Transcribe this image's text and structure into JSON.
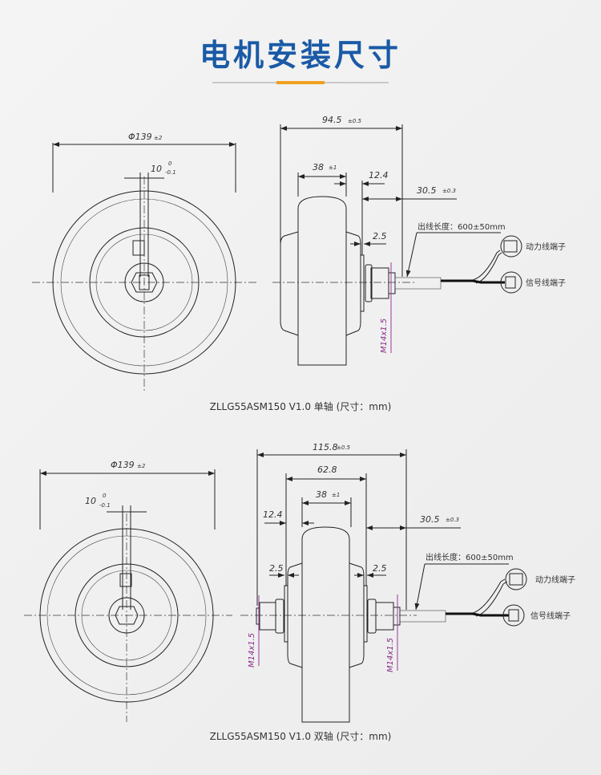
{
  "title": "电机安装尺寸",
  "colors": {
    "title": "#1a5aa6",
    "accent": "#f0a020",
    "thread": "#9b3a9b"
  },
  "single_shaft": {
    "caption": "ZLLG55ASM150 V1.0 单轴 (尺寸：mm)",
    "diameter": "Φ139",
    "diameter_tol": "±2",
    "key_width": "10",
    "key_tol_upper": "0",
    "key_tol_lower": "-0.1",
    "overall_length": "94.5",
    "overall_tol": "±0.5",
    "body_width": "38",
    "body_tol": "±1",
    "hub_offset": "12.4",
    "shaft_length": "30.5",
    "shaft_tol": "±0.3",
    "flange": "2.5",
    "thread": "M14x1.5",
    "cable_length": "出线长度：600±50mm",
    "power_terminal": "动力线端子",
    "signal_terminal": "信号线端子"
  },
  "double_shaft": {
    "caption": "ZLLG55ASM150 V1.0 双轴 (尺寸：mm)",
    "diameter": "Φ139",
    "diameter_tol": "±2",
    "key_width": "10",
    "key_tol_upper": "0",
    "key_tol_lower": "-0.1",
    "overall_length": "115.8",
    "overall_tol": "±0.5",
    "hub_width": "62.8",
    "body_width": "38",
    "body_tol": "±1",
    "hub_offset": "12.4",
    "shaft_length": "30.5",
    "shaft_tol": "±0.3",
    "flange_left": "2.5",
    "flange_right": "2.5",
    "thread_left": "M14x1.5",
    "thread_right": "M14x1.5",
    "cable_length": "出线长度：600±50mm",
    "power_terminal": "动力线端子",
    "signal_terminal": "信号线端子"
  }
}
